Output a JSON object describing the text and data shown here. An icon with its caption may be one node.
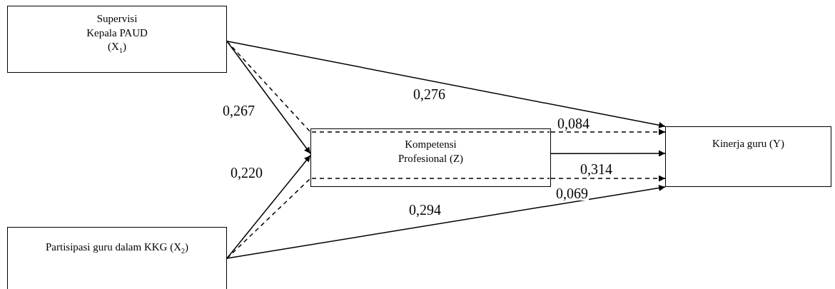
{
  "diagram": {
    "nodes": [
      {
        "text": [
          "Supervisi Kepala PAUD (X$_{1}$)"
        ]
      },
      {
        "text": [
          "Kompetensi Profesional (Z)"
        ]
      },
      {
        "text": [
          "Kinerja guru (Y)"
        ]
      },
      {
        "text": [
          "Partisipasi guru dalam KKG (X$_{2}$)"
        ]
      }
    ],
    "edges": [
      {
        "from": 0,
        "to": 2,
        "arrow": "to",
        "label": "0,276"
      },
      {
        "from": 0,
        "to": 1,
        "arrow": "to",
        "label": "0,267"
      },
      {
        "from": 0,
        "to": 1,
        "arrow": "none",
        "style": "dashed"
      },
      {
        "from": 1,
        "to": 2,
        "arrow": "to",
        "style": "dashed",
        "label": "0,084"
      },
      {
        "from": 1,
        "to": 2,
        "arrow": "to",
        "label": "0,314"
      },
      {
        "from": 3,
        "to": 1,
        "arrow": "to",
        "label": "0,220"
      },
      {
        "from": 3,
        "to": 1,
        "arrow": "none",
        "style": "dashed"
      },
      {
        "from": 1,
        "to": 2,
        "arrow": "to",
        "style": "dashed",
        "label": "0,069"
      },
      {
        "from": 3,
        "to": 2,
        "arrow": "to",
        "label": "0,294"
      }
    ]
  }
}
